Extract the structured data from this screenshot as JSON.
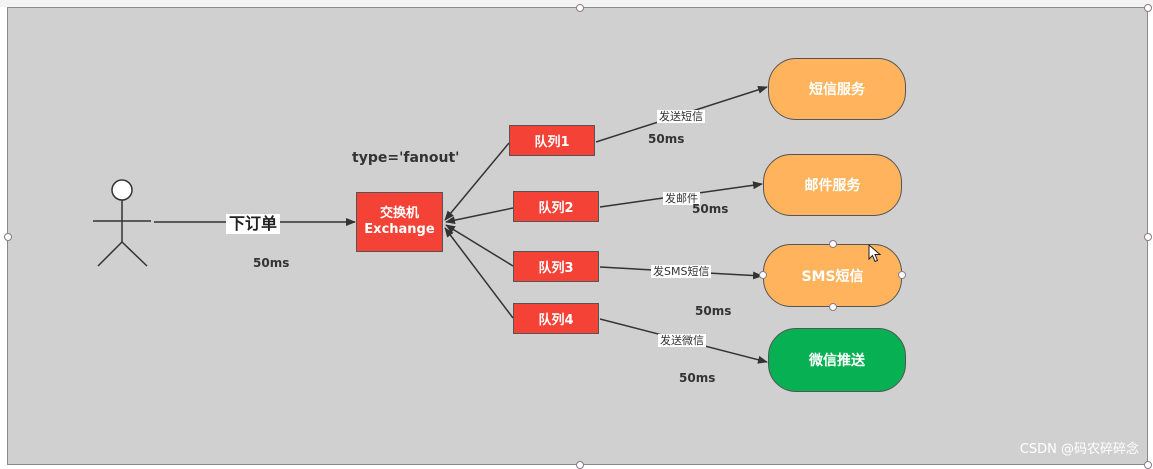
{
  "actor": {
    "label": "下订单",
    "latency": "50ms"
  },
  "exchange": {
    "line1": "交换机",
    "line2": "Exchange",
    "type_label": "type='fanout'"
  },
  "queues": [
    {
      "label": "队列1"
    },
    {
      "label": "队列2"
    },
    {
      "label": "队列3"
    },
    {
      "label": "队列4"
    }
  ],
  "services": [
    {
      "label": "短信服务",
      "edge_label": "发送短信",
      "latency": "50ms",
      "color": "#ffb35c"
    },
    {
      "label": "邮件服务",
      "edge_label": "发邮件",
      "latency": "50ms",
      "color": "#ffb35c"
    },
    {
      "label": "SMS短信",
      "edge_label": "发SMS短信",
      "latency": "50ms",
      "color": "#ffb35c"
    },
    {
      "label": "微信推送",
      "edge_label": "发送微信",
      "latency": "50ms",
      "color": "#07b052"
    }
  ],
  "watermark": "CSDN @码农碎碎念"
}
